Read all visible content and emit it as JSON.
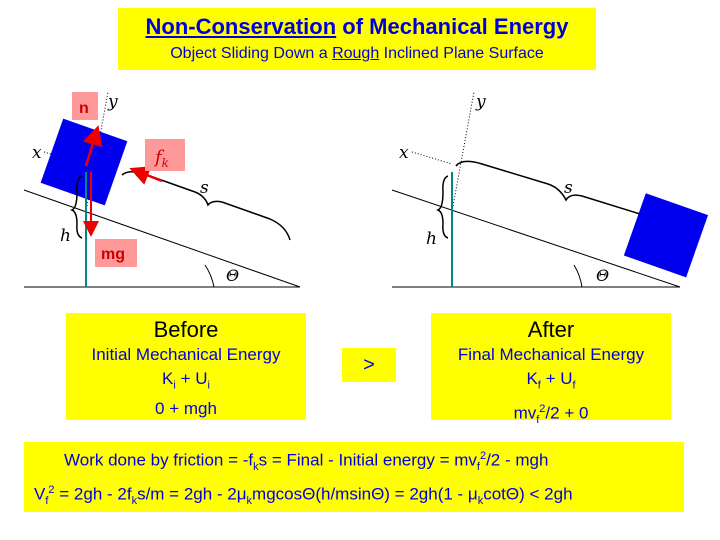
{
  "title": {
    "underlined": "Non-Conservation",
    "rest": " of Mechanical Energy",
    "subtitle_pre": "Object Sliding Down a ",
    "subtitle_underlined": "Rough",
    "subtitle_post": " Inclined Plane Surface"
  },
  "diagram_labels": {
    "n": "n",
    "y": "y",
    "x": "x",
    "fk": "f",
    "fk_sub": "k",
    "s": "s",
    "h": "h",
    "mg": "mg",
    "theta": "Θ"
  },
  "before": {
    "heading": "Before",
    "line1": "Initial Mechanical Energy",
    "line2_a": "K",
    "line2_a_sub": "i",
    "line2_mid": " + U",
    "line2_b_sub": "i",
    "line3": "0 + mgh"
  },
  "compare": ">",
  "after": {
    "heading": "After",
    "line1": "Final Mechanical Energy",
    "line2_a": "K",
    "line2_a_sub": "f",
    "line2_mid": " + U",
    "line2_b_sub": "f",
    "line3_a": "mv",
    "line3_sub": "f",
    "line3_sup": "2",
    "line3_b": "/2  +  0"
  },
  "work": {
    "part1": "Work done by friction = -f",
    "sub1": "k",
    "part2": "s = Final - Initial energy  = mv",
    "sub2": "f",
    "sup2": "2",
    "part3": "/2 - mgh"
  },
  "vf": {
    "p1": "V",
    "s1": "f",
    "sup1": "2",
    "p2": " = 2gh - 2f",
    "s2": "k",
    "p3": "s/m =  2gh - 2μ",
    "s3": "k",
    "p4": "mgcosΘ(h/msinΘ) = 2gh(1 - μ",
    "s4": "k",
    "p5": "cotΘ) < 2gh"
  },
  "colors": {
    "highlight": "#ffff00",
    "text_blue": "#0000dd",
    "block": "#0000ee",
    "arrow_red": "#ee0000",
    "height_line": "#008888",
    "label_pink": "#ff9999"
  }
}
